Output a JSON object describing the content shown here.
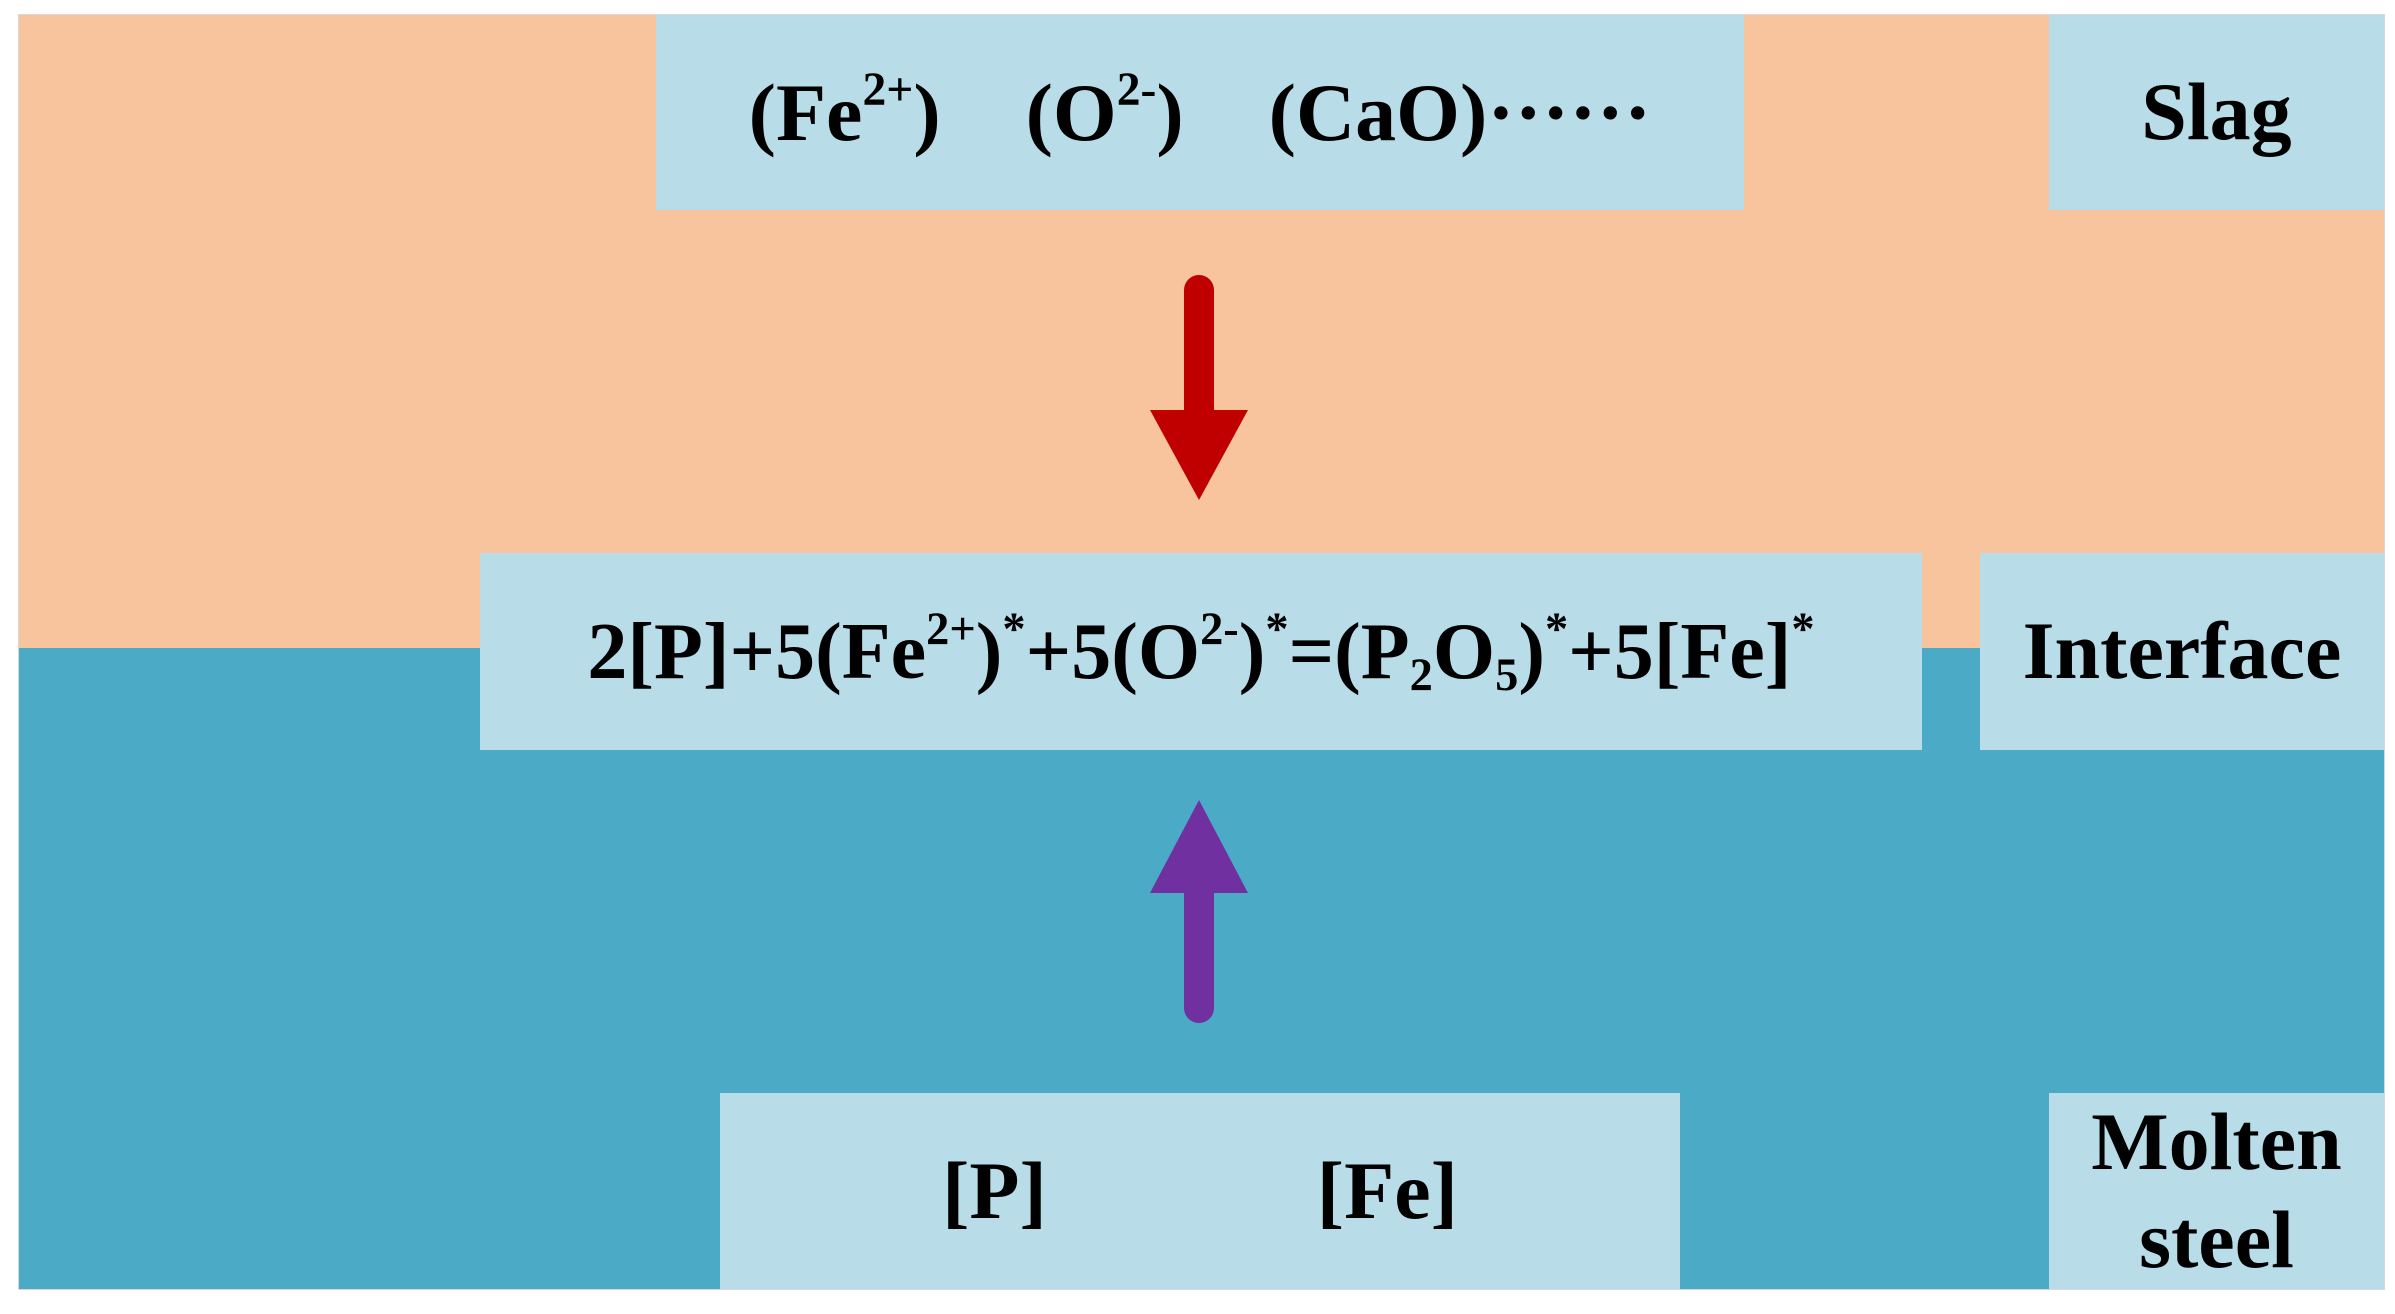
{
  "colors": {
    "slag": "#f7c49d",
    "steel": "#4baac6",
    "box": "#b8dde8",
    "arrow_down": "#c00000",
    "arrow_up": "#7030a0"
  },
  "slag_species": {
    "fe": {
      "base": "(Fe",
      "sup": "2+",
      "close": ")"
    },
    "o": {
      "base": "(O",
      "sup": "2-",
      "close": ")"
    },
    "cao": "(CaO)······"
  },
  "reaction": {
    "p": "2[P]",
    "fe_ion": {
      "pre": "+5(Fe",
      "sup": "2+",
      "close": ")",
      "star": "*"
    },
    "o_ion": {
      "pre": "+5(O",
      "sup": "2-",
      "close": ")",
      "star": "*"
    },
    "p2o5": {
      "pre": "=(P",
      "sub1": "2",
      "mid": "O",
      "sub2": "5",
      "close": ")",
      "star": "*"
    },
    "fe": {
      "pre": "+5[Fe]",
      "star": "*"
    }
  },
  "steel_species": {
    "p": "[P]",
    "fe": "[Fe]"
  },
  "labels": {
    "slag": "Slag",
    "interface": "Interface",
    "molten": "Molten",
    "steel": "steel"
  },
  "arrows": {
    "down": "down-arrow",
    "up": "up-arrow"
  }
}
